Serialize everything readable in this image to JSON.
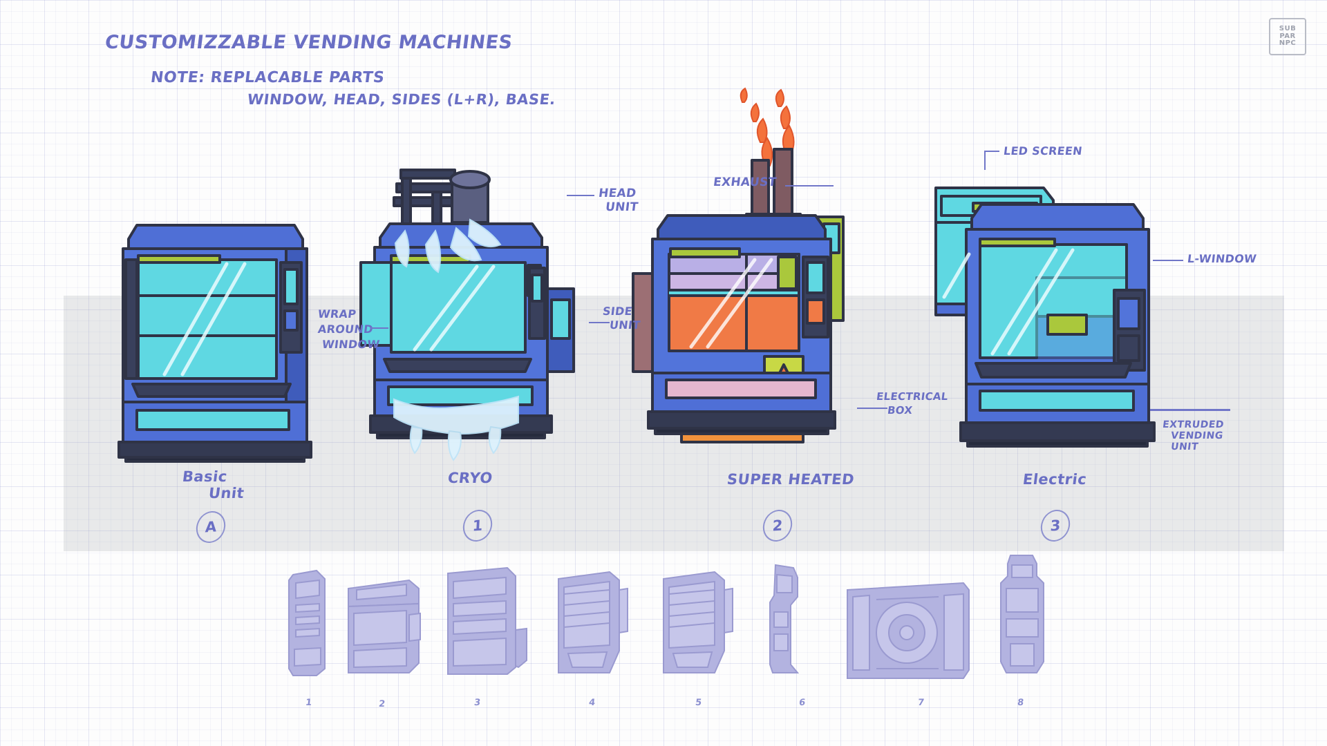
{
  "sheet": {
    "title": "CUSTOMIZZABLE VENDING MACHINES",
    "note_line_1": "NOTE:  REPLACABLE PARTS",
    "note_line_2": "WINDOW,  HEAD,  SIDES (L+R),  BASE."
  },
  "logo": {
    "line1": "SUB",
    "line2": "PAR",
    "line3": "NPC"
  },
  "machines": [
    {
      "name": "Basic",
      "name2": "Unit",
      "tag": "A"
    },
    {
      "name": "CRYO",
      "name2": "",
      "tag": "1"
    },
    {
      "name": "SUPER HEATED",
      "name2": "",
      "tag": "2"
    },
    {
      "name": "Electric",
      "name2": "",
      "tag": "3"
    }
  ],
  "callouts": {
    "head_unit_l1": "HEAD",
    "head_unit_l2": "UNIT",
    "wrap_l1": "WRAP",
    "wrap_l2": "AROUND",
    "wrap_l3": "WINDOW",
    "side_l1": "SIDE",
    "side_l2": "UNIT",
    "exhaust": "EXHAUST",
    "electrical_l1": "ELECTRICAL",
    "electrical_l2": "BOX",
    "led_screen": "LED SCREEN",
    "l_window": "L-WINDOW",
    "extruded_l1": "EXTRUDED",
    "extruded_l2": "VENDING",
    "extruded_l3": "UNIT"
  },
  "thumbnails": [
    {
      "num": "1"
    },
    {
      "num": "2"
    },
    {
      "num": "3"
    },
    {
      "num": "4"
    },
    {
      "num": "5"
    },
    {
      "num": "6"
    },
    {
      "num": "7"
    },
    {
      "num": "8"
    }
  ],
  "colors": {
    "ink": "#6a6fc4",
    "outline": "#2f3346",
    "body_blue": "#4f6fd6",
    "body_blue_dark": "#3a55ab",
    "glass_cyan": "#5ad6e0",
    "accent_lime": "#aac83c",
    "steam_white": "#dff0fb",
    "heat_orange": "#f4723c",
    "panel_slate": "#39405c",
    "thumb_violet": "#aeaedd",
    "band_grey": "#cfd0d4"
  }
}
